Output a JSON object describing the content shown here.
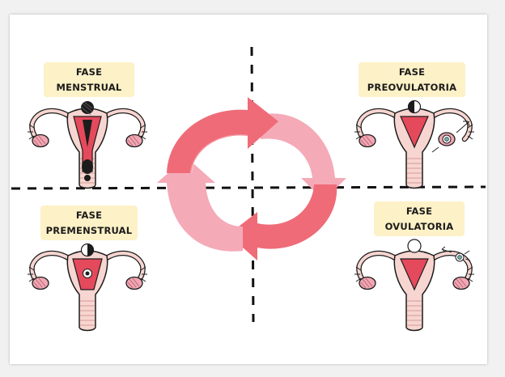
{
  "phases": {
    "menstrual": {
      "line1": "FASE",
      "line2": "MENSTRUAL"
    },
    "preovulatoria": {
      "line1": "FASE",
      "line2": "PREOVULATORIA"
    },
    "premenstrual": {
      "line1": "FASE",
      "line2": "PREMENSTRUAL"
    },
    "ovulatoria": {
      "line1": "FASE",
      "line2": "OVULATORIA"
    }
  },
  "colors": {
    "arrow_dark": "#ef6b78",
    "arrow_light": "#f5aab8",
    "uterus": "#f7d5d0",
    "lining": "#e5495c",
    "bleed": "#1c1c1c",
    "ovary": "#f0a7b3",
    "label_bg": "#fdf1c7"
  }
}
